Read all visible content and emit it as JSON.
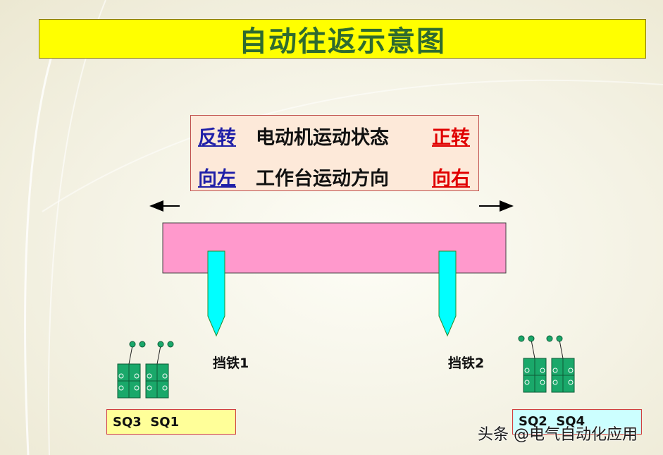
{
  "title": "自动往返示意图",
  "state_box": {
    "row1": {
      "left": "反转",
      "middle": "电动机运动状态",
      "right": "正转"
    },
    "row2": {
      "left": "向左",
      "middle": "工作台运动方向",
      "right": "向右"
    }
  },
  "stops": {
    "stop1_label": "挡铁1",
    "stop2_label": "挡铁2"
  },
  "switch_labels": {
    "left": "SQ3  SQ1",
    "right": "SQ2  SQ4"
  },
  "watermark": "头条 @电气自动化应用",
  "colors": {
    "title_bg": "#ffff00",
    "title_text": "#2f6b2f",
    "table": "#ff99cc",
    "stop": "#00ffff",
    "switch": "#1aa86a",
    "reverse_text": "#1f1fa8",
    "forward_text": "#e00000"
  }
}
